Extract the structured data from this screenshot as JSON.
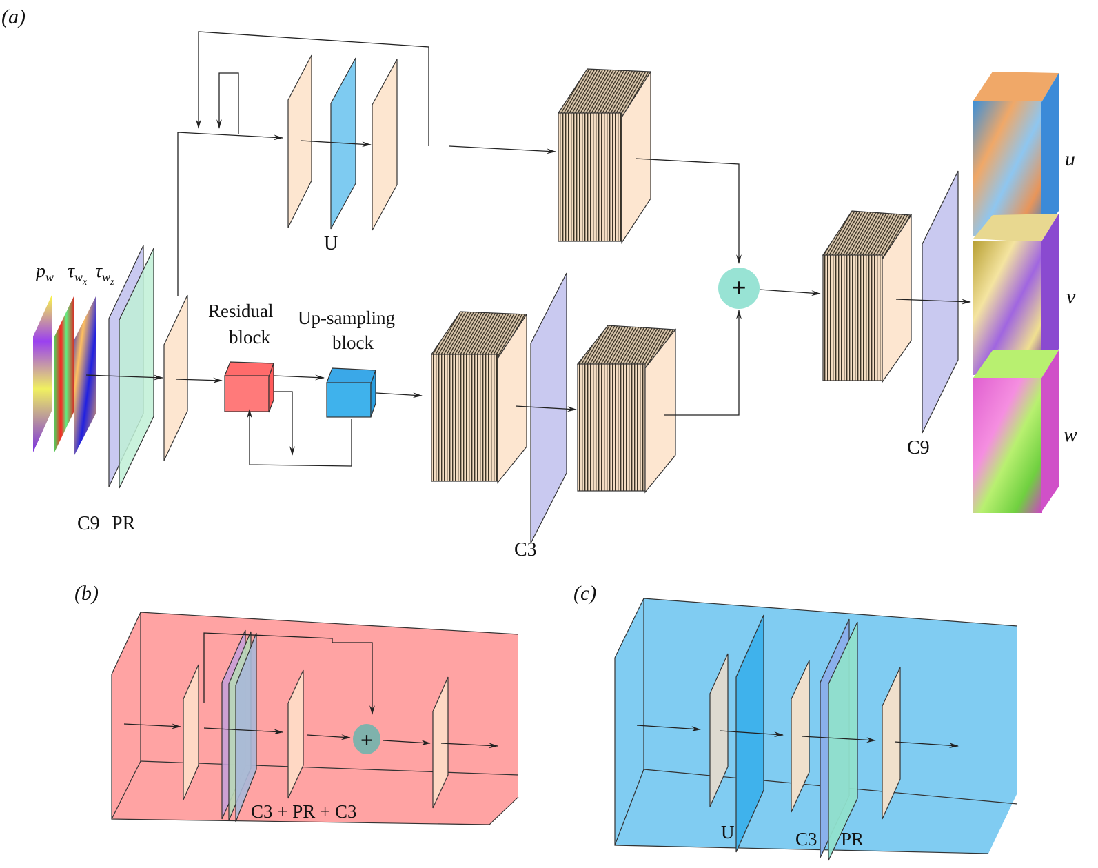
{
  "panels": {
    "a": {
      "label": "(a)",
      "inputs": {
        "p": "p",
        "p_sub": "w",
        "tx": "τ",
        "tx_sub": "w",
        "tx_subsub": "x",
        "tz": "τ",
        "tz_sub": "w",
        "tz_subsub": "z"
      },
      "labels": {
        "c9_left": "C9",
        "pr_left": "PR",
        "residual_1": "Residual",
        "residual_2": "block",
        "upsampling_1": "Up-sampling",
        "upsampling_2": "block",
        "u_top": "U",
        "c3": "C3",
        "c9_right": "C9",
        "plus": "+"
      },
      "outputs": [
        "u",
        "v",
        "w"
      ]
    },
    "b": {
      "label": "(b)",
      "caption": "C3 + PR + C3",
      "plus": "+"
    },
    "c": {
      "label": "(c)",
      "labels": {
        "u": "U",
        "c3": "C3",
        "pr": "PR"
      }
    }
  },
  "colors": {
    "feature": "#fde6d0",
    "conv": "#c9c9f0",
    "prelu": "#bff0d6",
    "upsample": "#7ecbf1",
    "residual": "#ff7a7a",
    "upblock": "#3fb2ec",
    "plus_node": "#98e3d4",
    "panel_b_bg": "#ffa3a3",
    "panel_c_bg": "#80ccf2"
  }
}
